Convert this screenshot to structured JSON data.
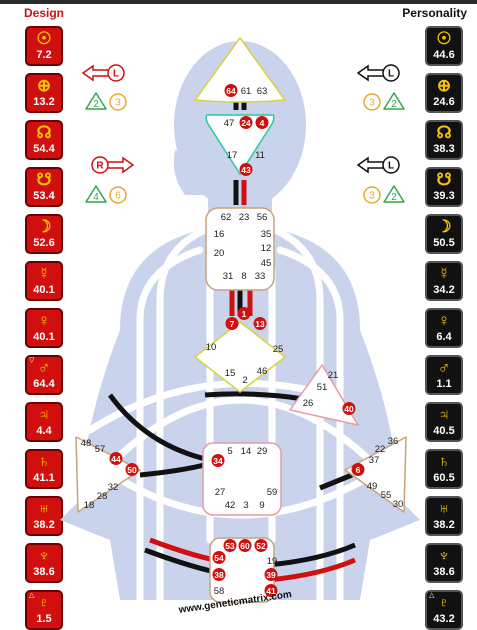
{
  "headers": {
    "design": "Design",
    "personality": "Personality"
  },
  "design": [
    {
      "glyph": "☉",
      "value": "7.2"
    },
    {
      "glyph": "⊕",
      "value": "13.2"
    },
    {
      "glyph": "☊",
      "value": "54.4"
    },
    {
      "glyph": "☋",
      "value": "53.4"
    },
    {
      "glyph": "☽",
      "value": "52.6"
    },
    {
      "glyph": "☿",
      "value": "40.1"
    },
    {
      "glyph": "♀",
      "value": "40.1"
    },
    {
      "glyph": "♂",
      "value": "64.4",
      "mark": "▽"
    },
    {
      "glyph": "♃",
      "value": "4.4"
    },
    {
      "glyph": "♄",
      "value": "41.1"
    },
    {
      "glyph": "♅",
      "value": "38.2"
    },
    {
      "glyph": "♆",
      "value": "38.6"
    },
    {
      "glyph": "♇",
      "value": "1.5",
      "mark": "△"
    }
  ],
  "personality": [
    {
      "glyph": "☉",
      "value": "44.6"
    },
    {
      "glyph": "⊕",
      "value": "24.6"
    },
    {
      "glyph": "☊",
      "value": "38.3"
    },
    {
      "glyph": "☋",
      "value": "39.3"
    },
    {
      "glyph": "☽",
      "value": "50.5"
    },
    {
      "glyph": "☿",
      "value": "34.2"
    },
    {
      "glyph": "♀",
      "value": "6.4"
    },
    {
      "glyph": "♂",
      "value": "1.1"
    },
    {
      "glyph": "♃",
      "value": "40.5"
    },
    {
      "glyph": "♄",
      "value": "60.5"
    },
    {
      "glyph": "♅",
      "value": "38.2"
    },
    {
      "glyph": "♆",
      "value": "38.6"
    },
    {
      "glyph": "♇",
      "value": "43.2",
      "mark": "△"
    }
  ],
  "variables": {
    "design_top": {
      "letter": "L",
      "tri1": "2",
      "tri2": "3"
    },
    "design_bottom": {
      "letter": "R",
      "tri1": "4",
      "tri2": "6"
    },
    "personality_top": {
      "letter": "L",
      "tri1": "2",
      "tri2": "3"
    },
    "personality_bottom": {
      "letter": "L",
      "tri1": "2",
      "tri2": "3"
    }
  },
  "centers": {
    "head": {
      "gates": [
        "64",
        "61",
        "63"
      ],
      "active": [
        "64"
      ]
    },
    "ajna": {
      "gates": [
        "47",
        "24",
        "4",
        "17",
        "43",
        "11"
      ],
      "active": [
        "24",
        "4",
        "43"
      ]
    },
    "throat": {
      "gates": [
        "62",
        "23",
        "56",
        "16",
        "35",
        "20",
        "12",
        "45",
        "31",
        "8",
        "33"
      ],
      "active": []
    },
    "g": {
      "gates": [
        "1",
        "7",
        "13",
        "10",
        "25",
        "15",
        "46",
        "2"
      ],
      "active": [
        "1",
        "7",
        "13"
      ]
    },
    "heart": {
      "gates": [
        "21",
        "51",
        "26",
        "40"
      ],
      "active": [
        "40"
      ]
    },
    "spleen": {
      "gates": [
        "48",
        "57",
        "44",
        "50",
        "32",
        "28",
        "18"
      ],
      "active": [
        "44",
        "50"
      ]
    },
    "sacral": {
      "gates": [
        "5",
        "14",
        "29",
        "34",
        "27",
        "59",
        "42",
        "3",
        "9"
      ],
      "active": [
        "34"
      ]
    },
    "solar_plexus": {
      "gates": [
        "36",
        "22",
        "37",
        "6",
        "49",
        "55",
        "30"
      ],
      "active": [
        "6"
      ]
    },
    "root": {
      "gates": [
        "53",
        "60",
        "52",
        "54",
        "19",
        "38",
        "39",
        "58",
        "41"
      ],
      "active": [
        "53",
        "60",
        "52",
        "54",
        "38",
        "39",
        "41"
      ]
    }
  },
  "colors": {
    "design": "#d10f0f",
    "personality": "#111111",
    "body": "#c9d3ec"
  },
  "watermark": "www.geneticmatrix.com"
}
